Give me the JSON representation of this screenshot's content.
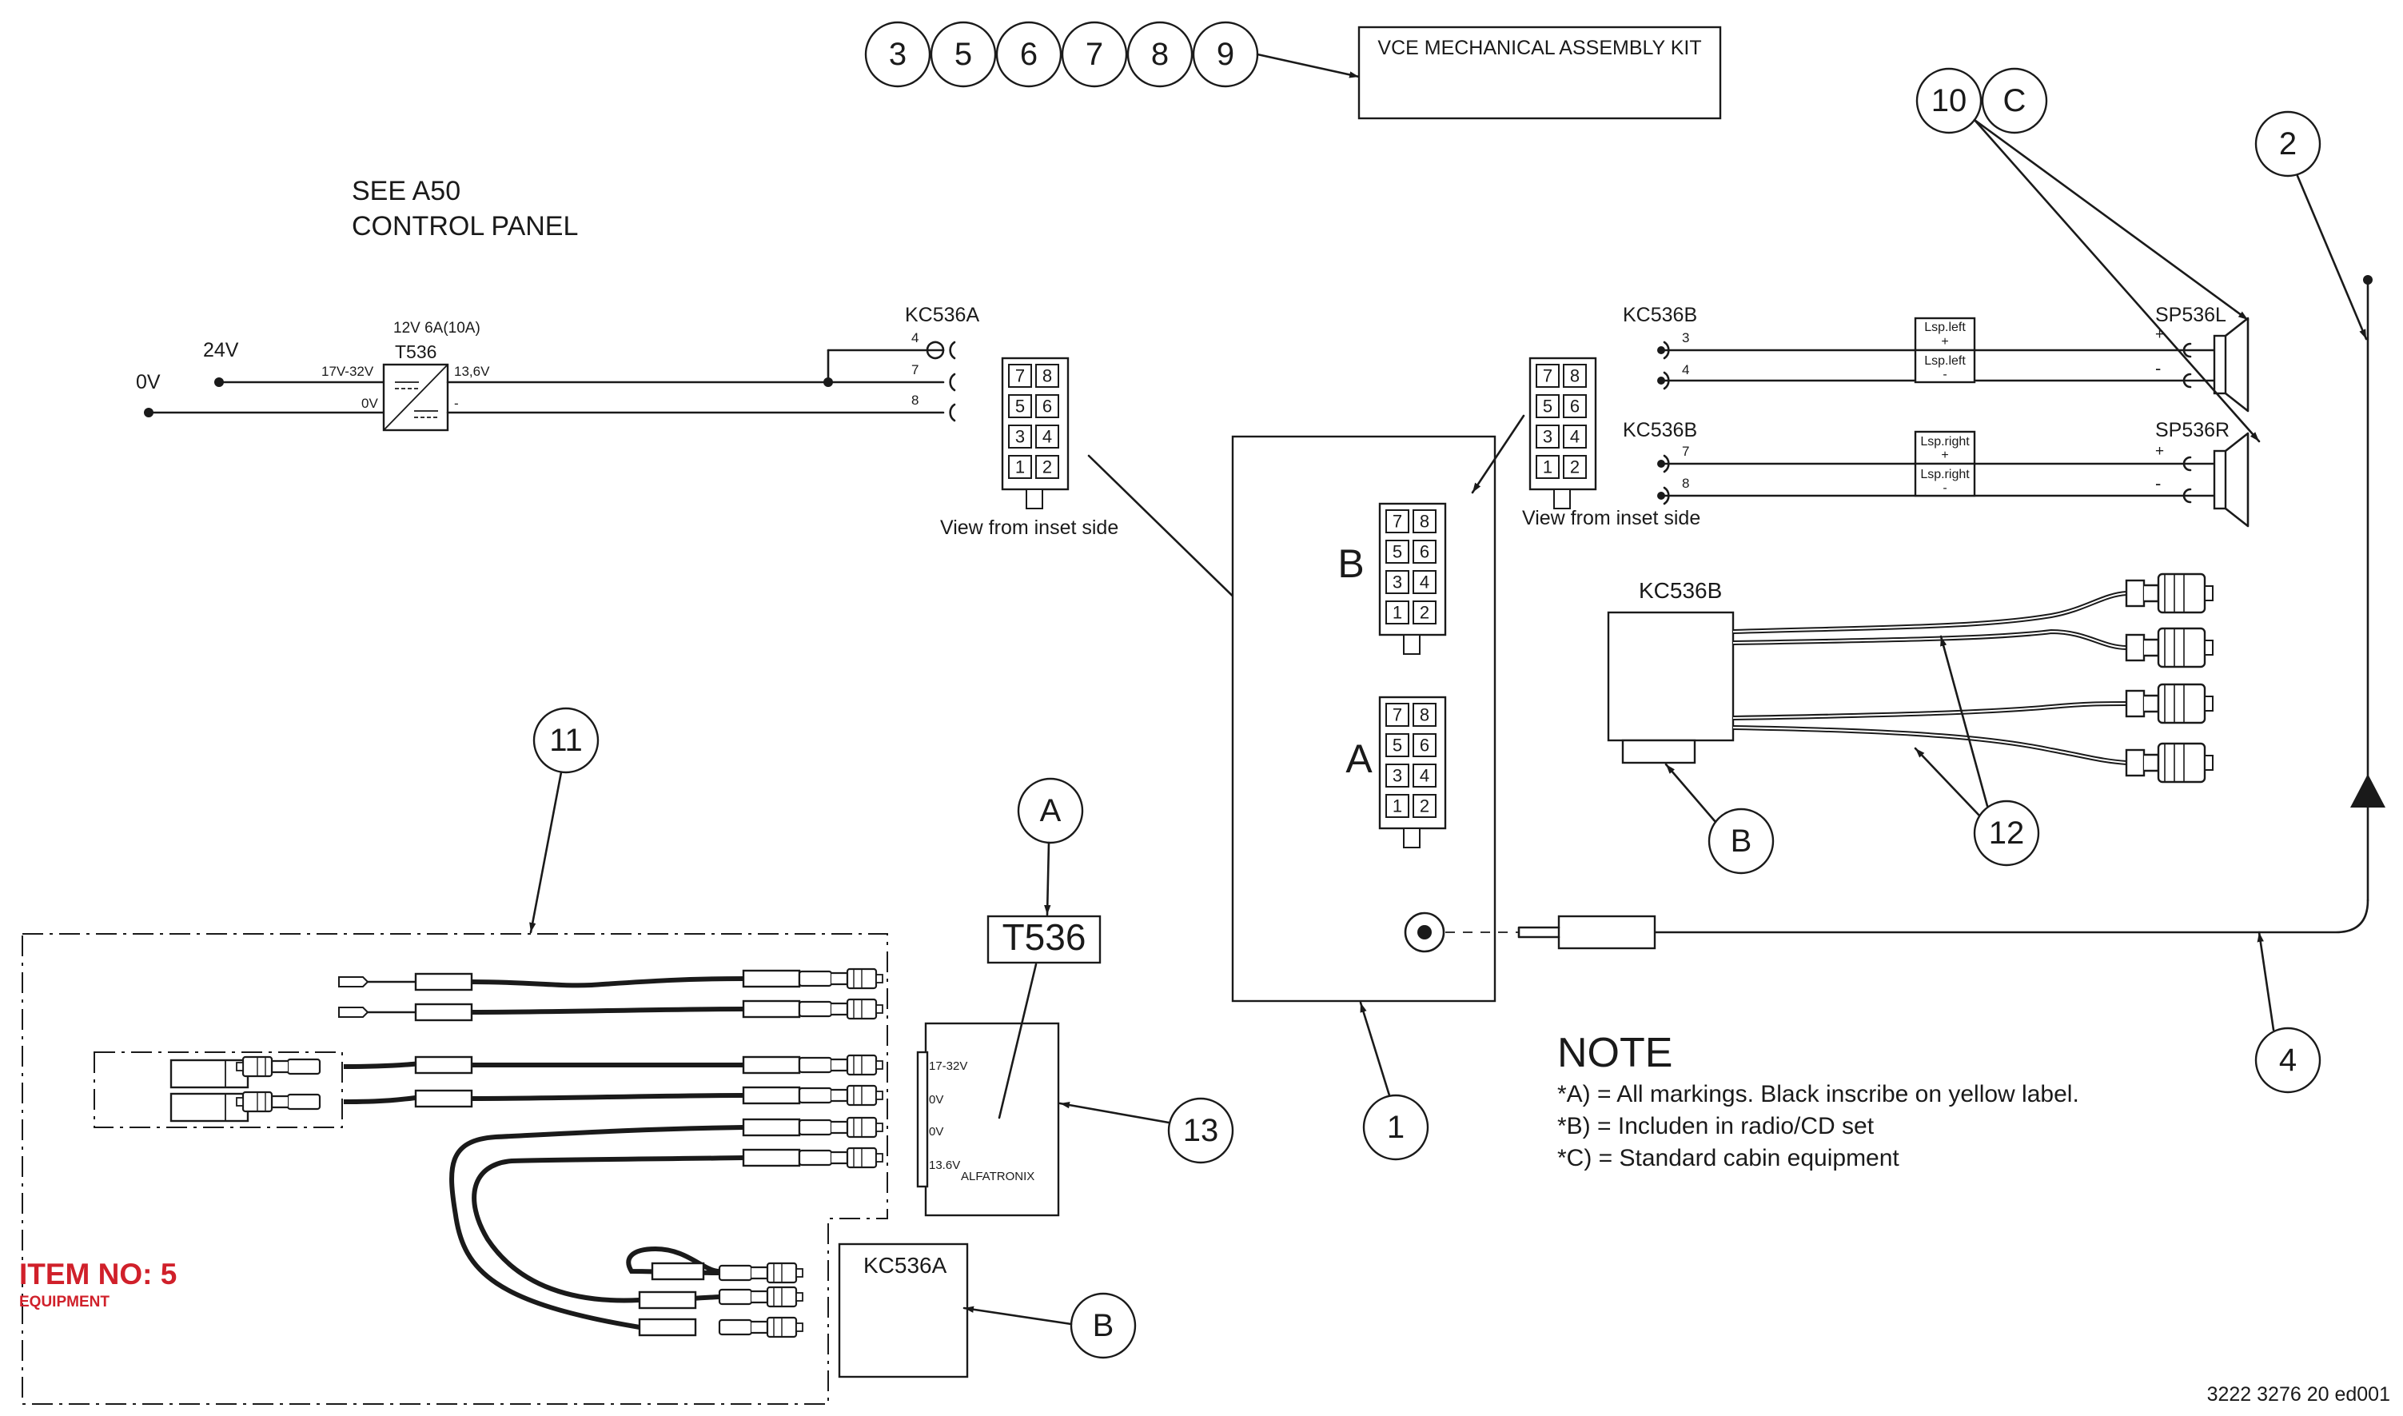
{
  "kit": {
    "bubbles": [
      "3",
      "5",
      "6",
      "7",
      "8",
      "9"
    ],
    "label": "VCE MECHANICAL ASSEMBLY KIT"
  },
  "see_note": {
    "line1": "SEE A50",
    "line2": "CONTROL PANEL"
  },
  "power": {
    "v24": "24V",
    "v0": "0V",
    "t536_rating": "12V 6A(10A)",
    "t536_name": "T536",
    "in_range": "17V-32V",
    "out_voltage": "13,6V",
    "in_0v": "0V",
    "out_minus": "-",
    "kc536a": "KC536A",
    "pins": [
      "4",
      "7",
      "8"
    ]
  },
  "connector": {
    "pins": [
      "7",
      "8",
      "5",
      "6",
      "3",
      "4",
      "1",
      "2"
    ],
    "view_label": "View from inset side"
  },
  "radio": {
    "label_b": "B",
    "label_a": "A"
  },
  "speakers": {
    "left_conn": "KC536B",
    "left_pins": [
      "3",
      "4"
    ],
    "left_tags": [
      "Lsp.left",
      "+",
      "Lsp.left",
      "-"
    ],
    "left_name": "SP536L",
    "right_conn": "KC536B",
    "right_pins": [
      "7",
      "8"
    ],
    "right_tags": [
      "Lsp.right",
      "+",
      "Lsp.right",
      "-"
    ],
    "right_name": "SP536R",
    "plus": "+",
    "minus": "-"
  },
  "harness": {
    "kc536b": "KC536B"
  },
  "callouts": {
    "b1": "10",
    "c1": "C",
    "two": "2",
    "b_right": "B",
    "twelve": "12",
    "four": "4",
    "one": "1",
    "eleven": "11",
    "a": "A",
    "thirteen": "13",
    "b_bottom": "B"
  },
  "t536_label": {
    "name": "T536"
  },
  "alfatronix": {
    "in": "17-32V",
    "ov1": "0V",
    "ov2": "0V",
    "out": "13.6V",
    "brand": "ALFATRONIX"
  },
  "kc536a_box": {
    "label": "KC536A"
  },
  "item": {
    "title": "ITEM NO: 5",
    "subtitle": "EQUIPMENT",
    "color": "#d0202a"
  },
  "note": {
    "title": "NOTE",
    "lines": [
      "*A) = All markings. Black inscribe on yellow label.",
      "*B) = Includen in radio/CD set",
      "*C) = Standard cabin equipment"
    ]
  },
  "drawing_number": "3222 3276 20 ed001"
}
